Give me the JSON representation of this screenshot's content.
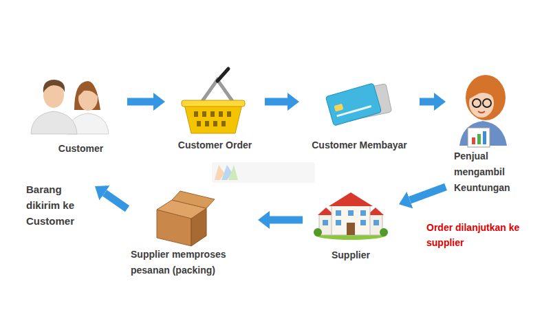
{
  "diagram": {
    "nodes": [
      {
        "text": [
          "Customer"
        ]
      },
      {
        "text": [
          "Customer Order"
        ]
      },
      {
        "text": [
          "Customer Membayar"
        ]
      },
      {
        "text": [
          "Penjual mengambil Keuntungan"
        ]
      },
      {
        "text": [
          "Supplier"
        ]
      },
      {
        "text": [
          "Supplier memproses pesanan (packing)"
        ]
      },
      {
        "text": [
          "Barang dikirim ke Customer"
        ]
      }
    ],
    "edges": [
      {
        "from": 0,
        "to": 1,
        "arrow": "to"
      },
      {
        "from": 1,
        "to": 2,
        "arrow": "to"
      },
      {
        "from": 2,
        "to": 3,
        "arrow": "to"
      },
      {
        "from": 3,
        "to": 4,
        "label": "Order dilanjutkan ke supplier",
        "arrow": "to"
      },
      {
        "from": 4,
        "to": 5,
        "arrow": "to"
      },
      {
        "from": 5,
        "to": 6,
        "arrow": "to"
      }
    ]
  }
}
